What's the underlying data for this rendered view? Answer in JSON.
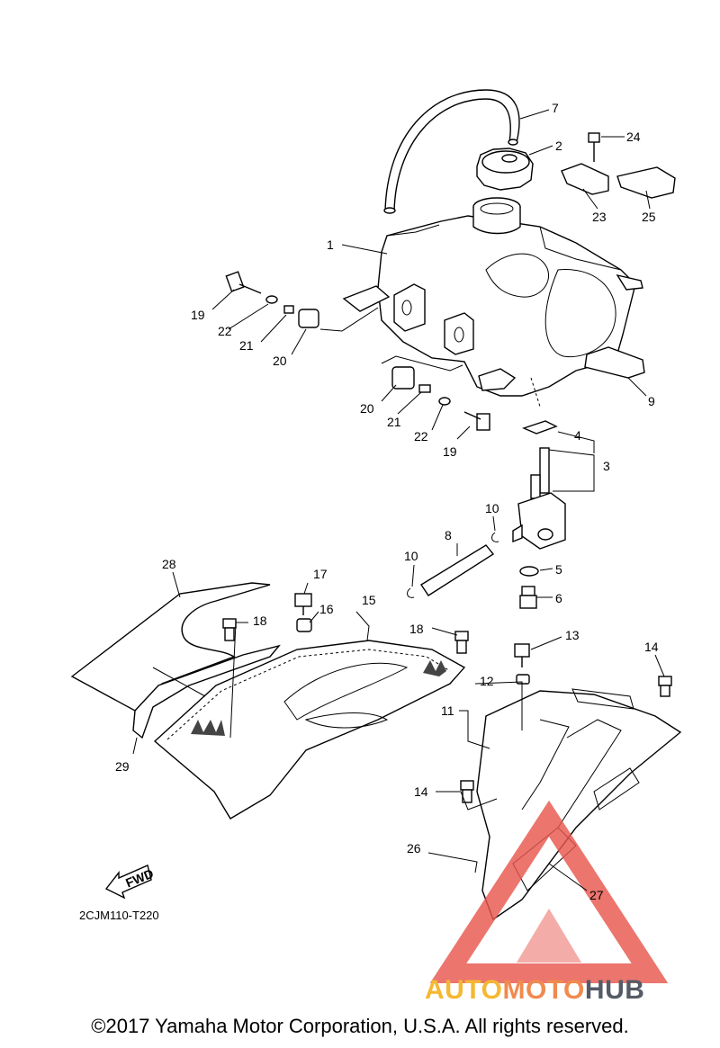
{
  "diagram": {
    "callouts": [
      "1",
      "2",
      "3",
      "4",
      "5",
      "6",
      "7",
      "8",
      "9",
      "10",
      "10",
      "11",
      "12",
      "13",
      "14",
      "14",
      "15",
      "16",
      "17",
      "18",
      "18",
      "19",
      "19",
      "20",
      "20",
      "21",
      "21",
      "22",
      "22",
      "23",
      "24",
      "25",
      "26",
      "27",
      "28",
      "29"
    ],
    "fwd_label": "FWD",
    "reference_code": "2CJM110-T220",
    "copyright": "©2017 Yamaha Motor Corporation, U.S.A. All rights reserved.",
    "watermark": {
      "part1": "AUTO",
      "part2": "MOTO",
      "part3": "HUB",
      "colors": {
        "auto": "#f5b833",
        "moto": "#f08a4f",
        "hub": "#555b66",
        "triangle": "#e8574f"
      }
    }
  }
}
